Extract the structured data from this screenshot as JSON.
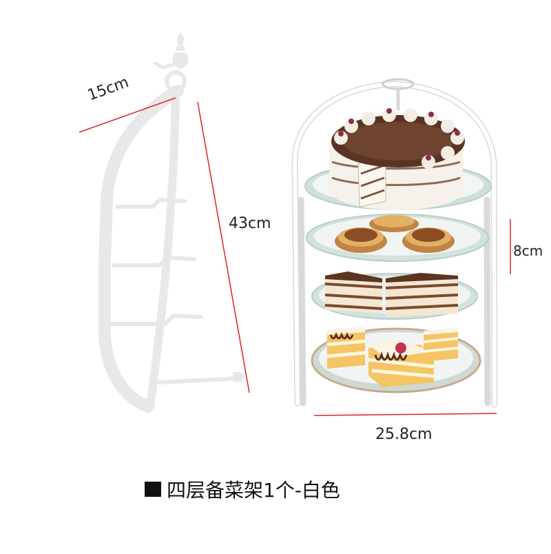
{
  "dimensions": {
    "width": "15cm",
    "height": "43cm",
    "tier_gap": "8cm",
    "diameter": "25.8cm"
  },
  "caption": {
    "bullet": "■",
    "text": "四层备菜架1个-白色"
  },
  "colors": {
    "dimension_line": "#e02020",
    "stand_frame": "#ffffff",
    "side_silhouette": "#e9e9e9",
    "plate_glass": "#d8e6e2",
    "cake_cream": "#f6f1ea",
    "chocolate": "#4a2a1c",
    "pastry": "#d9a35c"
  },
  "product": {
    "tiers": 4,
    "tier_contents": [
      "whole cake",
      "tarts",
      "tiramisu slices",
      "sponge cake slices"
    ]
  }
}
